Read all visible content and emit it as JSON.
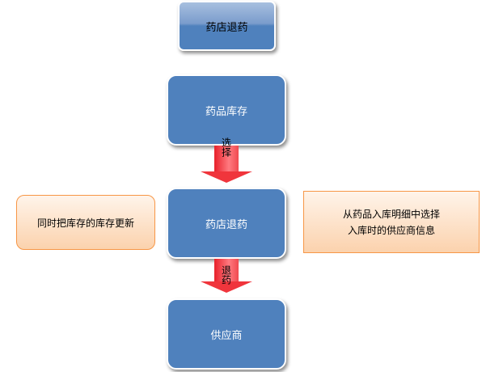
{
  "boxes": {
    "top": "药店退药",
    "inventory": "药品库存",
    "return": "药店退药",
    "supplier": "供应商"
  },
  "arrows": {
    "first": "选择",
    "second": "退药"
  },
  "notes": {
    "left": "同时把库存的库存更新",
    "right_line1": "从药品入库明细中选择",
    "right_line2": "入库时的供应商信息"
  }
}
